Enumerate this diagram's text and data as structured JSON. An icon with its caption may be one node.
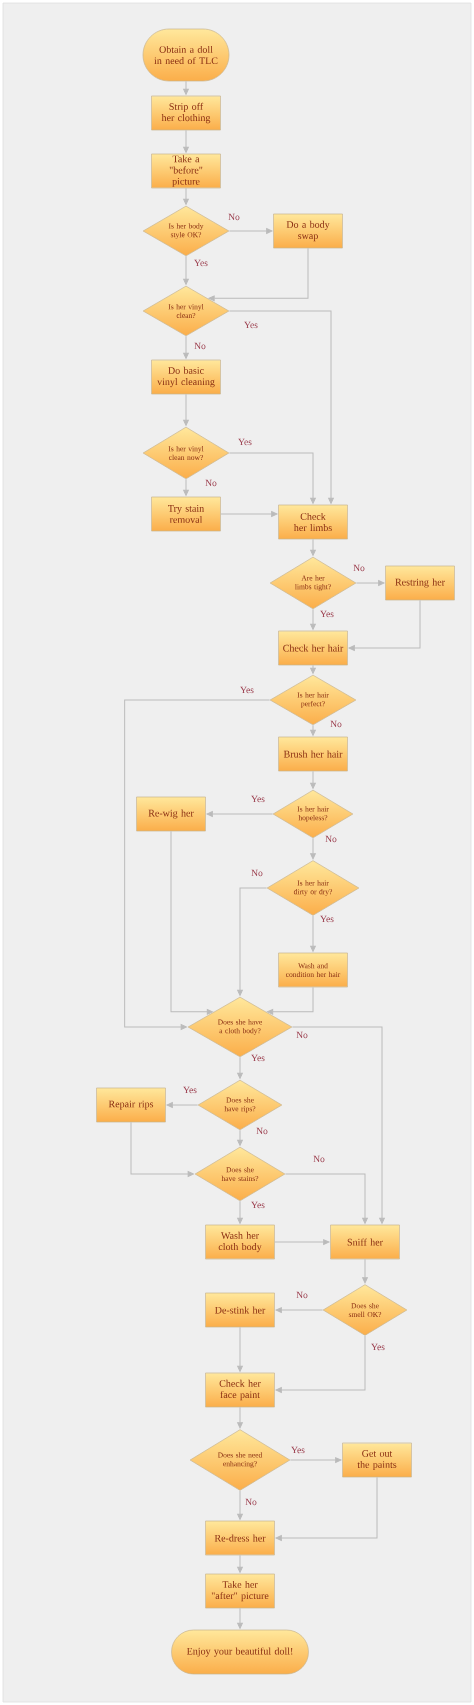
{
  "diagram": {
    "nodes": [
      {
        "text": [
          "Obtain a doll in need of TLC"
        ]
      },
      {
        "text": [
          "Strip off her clothing"
        ]
      },
      {
        "text": [
          "Take a \"before\" picture"
        ]
      },
      {
        "text": [
          "Is her body style OK?"
        ]
      },
      {
        "text": [
          "Do a body swap"
        ]
      },
      {
        "text": [
          "Is her vinyl clean?"
        ]
      },
      {
        "text": [
          "Do basic vinyl cleaning"
        ]
      },
      {
        "text": [
          "Is her vinyl clean now?"
        ]
      },
      {
        "text": [
          "Try stain removal"
        ]
      },
      {
        "text": [
          "Check her limbs"
        ]
      },
      {
        "text": [
          "Are her limbs tight?"
        ]
      },
      {
        "text": [
          "Restring her"
        ]
      },
      {
        "text": [
          "Check her hair"
        ]
      },
      {
        "text": [
          "Is her hair perfect?"
        ]
      },
      {
        "text": [
          "Brush her hair"
        ]
      },
      {
        "text": [
          "Is her hair hopeless?"
        ]
      },
      {
        "text": [
          "Re-wig her"
        ]
      },
      {
        "text": [
          "Is her hair dirty or dry?"
        ]
      },
      {
        "text": [
          "Wash and condition her hair"
        ]
      },
      {
        "text": [
          "Does she have a cloth body?"
        ]
      },
      {
        "text": [
          "Does she have rips?"
        ]
      },
      {
        "text": [
          "Repair rips"
        ]
      },
      {
        "text": [
          "Does she have stains?"
        ]
      },
      {
        "text": [
          "Wash her cloth body"
        ]
      },
      {
        "text": [
          "Sniff her"
        ]
      },
      {
        "text": [
          "Does she smell OK?"
        ]
      },
      {
        "text": [
          "De-stink her"
        ]
      },
      {
        "text": [
          "Check her face paint"
        ]
      },
      {
        "text": [
          "Does she need enhancing?"
        ]
      },
      {
        "text": [
          "Get out the paints"
        ]
      },
      {
        "text": [
          "Re-dress her"
        ]
      },
      {
        "text": [
          "Take her \"after\" picture"
        ]
      },
      {
        "text": [
          "Enjoy your beautiful doll!"
        ]
      }
    ],
    "edges": [
      {
        "from": 0,
        "to": 1,
        "arrow": "to"
      },
      {
        "from": 1,
        "to": 2,
        "arrow": "to"
      },
      {
        "from": 2,
        "to": 3,
        "arrow": "to"
      },
      {
        "from": 3,
        "to": 4,
        "arrow": "to",
        "label": "No"
      },
      {
        "from": 4,
        "to": 5,
        "arrow": "to"
      },
      {
        "from": 3,
        "to": 5,
        "arrow": "to",
        "label": "Yes"
      },
      {
        "from": 5,
        "to": 9,
        "arrow": "to",
        "label": "Yes"
      },
      {
        "from": 5,
        "to": 6,
        "arrow": "to",
        "label": "No"
      },
      {
        "from": 6,
        "to": 7,
        "arrow": "to"
      },
      {
        "from": 7,
        "to": 9,
        "arrow": "to",
        "label": "Yes"
      },
      {
        "from": 7,
        "to": 8,
        "arrow": "to",
        "label": "No"
      },
      {
        "from": 8,
        "to": 9,
        "arrow": "to"
      },
      {
        "from": 9,
        "to": 10,
        "arrow": "to"
      },
      {
        "from": 10,
        "to": 11,
        "arrow": "to",
        "label": "No"
      },
      {
        "from": 10,
        "to": 12,
        "arrow": "to",
        "label": "Yes"
      },
      {
        "from": 11,
        "to": 12,
        "arrow": "to"
      },
      {
        "from": 12,
        "to": 13,
        "arrow": "to"
      },
      {
        "from": 13,
        "to": 19,
        "arrow": "to",
        "label": "Yes"
      },
      {
        "from": 13,
        "to": 14,
        "arrow": "to",
        "label": "No"
      },
      {
        "from": 14,
        "to": 15,
        "arrow": "to"
      },
      {
        "from": 15,
        "to": 16,
        "arrow": "to",
        "label": "Yes"
      },
      {
        "from": 15,
        "to": 17,
        "arrow": "to",
        "label": "No"
      },
      {
        "from": 16,
        "to": 19,
        "arrow": "to"
      },
      {
        "from": 17,
        "to": 19,
        "arrow": "to",
        "label": "No"
      },
      {
        "from": 17,
        "to": 18,
        "arrow": "to",
        "label": "Yes"
      },
      {
        "from": 18,
        "to": 19,
        "arrow": "to"
      },
      {
        "from": 19,
        "to": 20,
        "arrow": "to",
        "label": "Yes"
      },
      {
        "from": 19,
        "to": 24,
        "arrow": "to",
        "label": "No"
      },
      {
        "from": 20,
        "to": 21,
        "arrow": "to",
        "label": "Yes"
      },
      {
        "from": 20,
        "to": 22,
        "arrow": "to",
        "label": "No"
      },
      {
        "from": 21,
        "to": 22,
        "arrow": "to"
      },
      {
        "from": 22,
        "to": 24,
        "arrow": "to",
        "label": "No"
      },
      {
        "from": 22,
        "to": 23,
        "arrow": "to",
        "label": "Yes"
      },
      {
        "from": 23,
        "to": 24,
        "arrow": "to"
      },
      {
        "from": 24,
        "to": 25,
        "arrow": "to"
      },
      {
        "from": 25,
        "to": 26,
        "arrow": "to",
        "label": "No"
      },
      {
        "from": 25,
        "to": 27,
        "arrow": "to",
        "label": "Yes"
      },
      {
        "from": 26,
        "to": 27,
        "arrow": "to"
      },
      {
        "from": 27,
        "to": 28,
        "arrow": "to"
      },
      {
        "from": 28,
        "to": 29,
        "arrow": "to",
        "label": "Yes"
      },
      {
        "from": 28,
        "to": 30,
        "arrow": "to",
        "label": "No"
      },
      {
        "from": 29,
        "to": 30,
        "arrow": "to"
      },
      {
        "from": 30,
        "to": 31,
        "arrow": "to"
      },
      {
        "from": 31,
        "to": 32,
        "arrow": "to"
      }
    ]
  }
}
